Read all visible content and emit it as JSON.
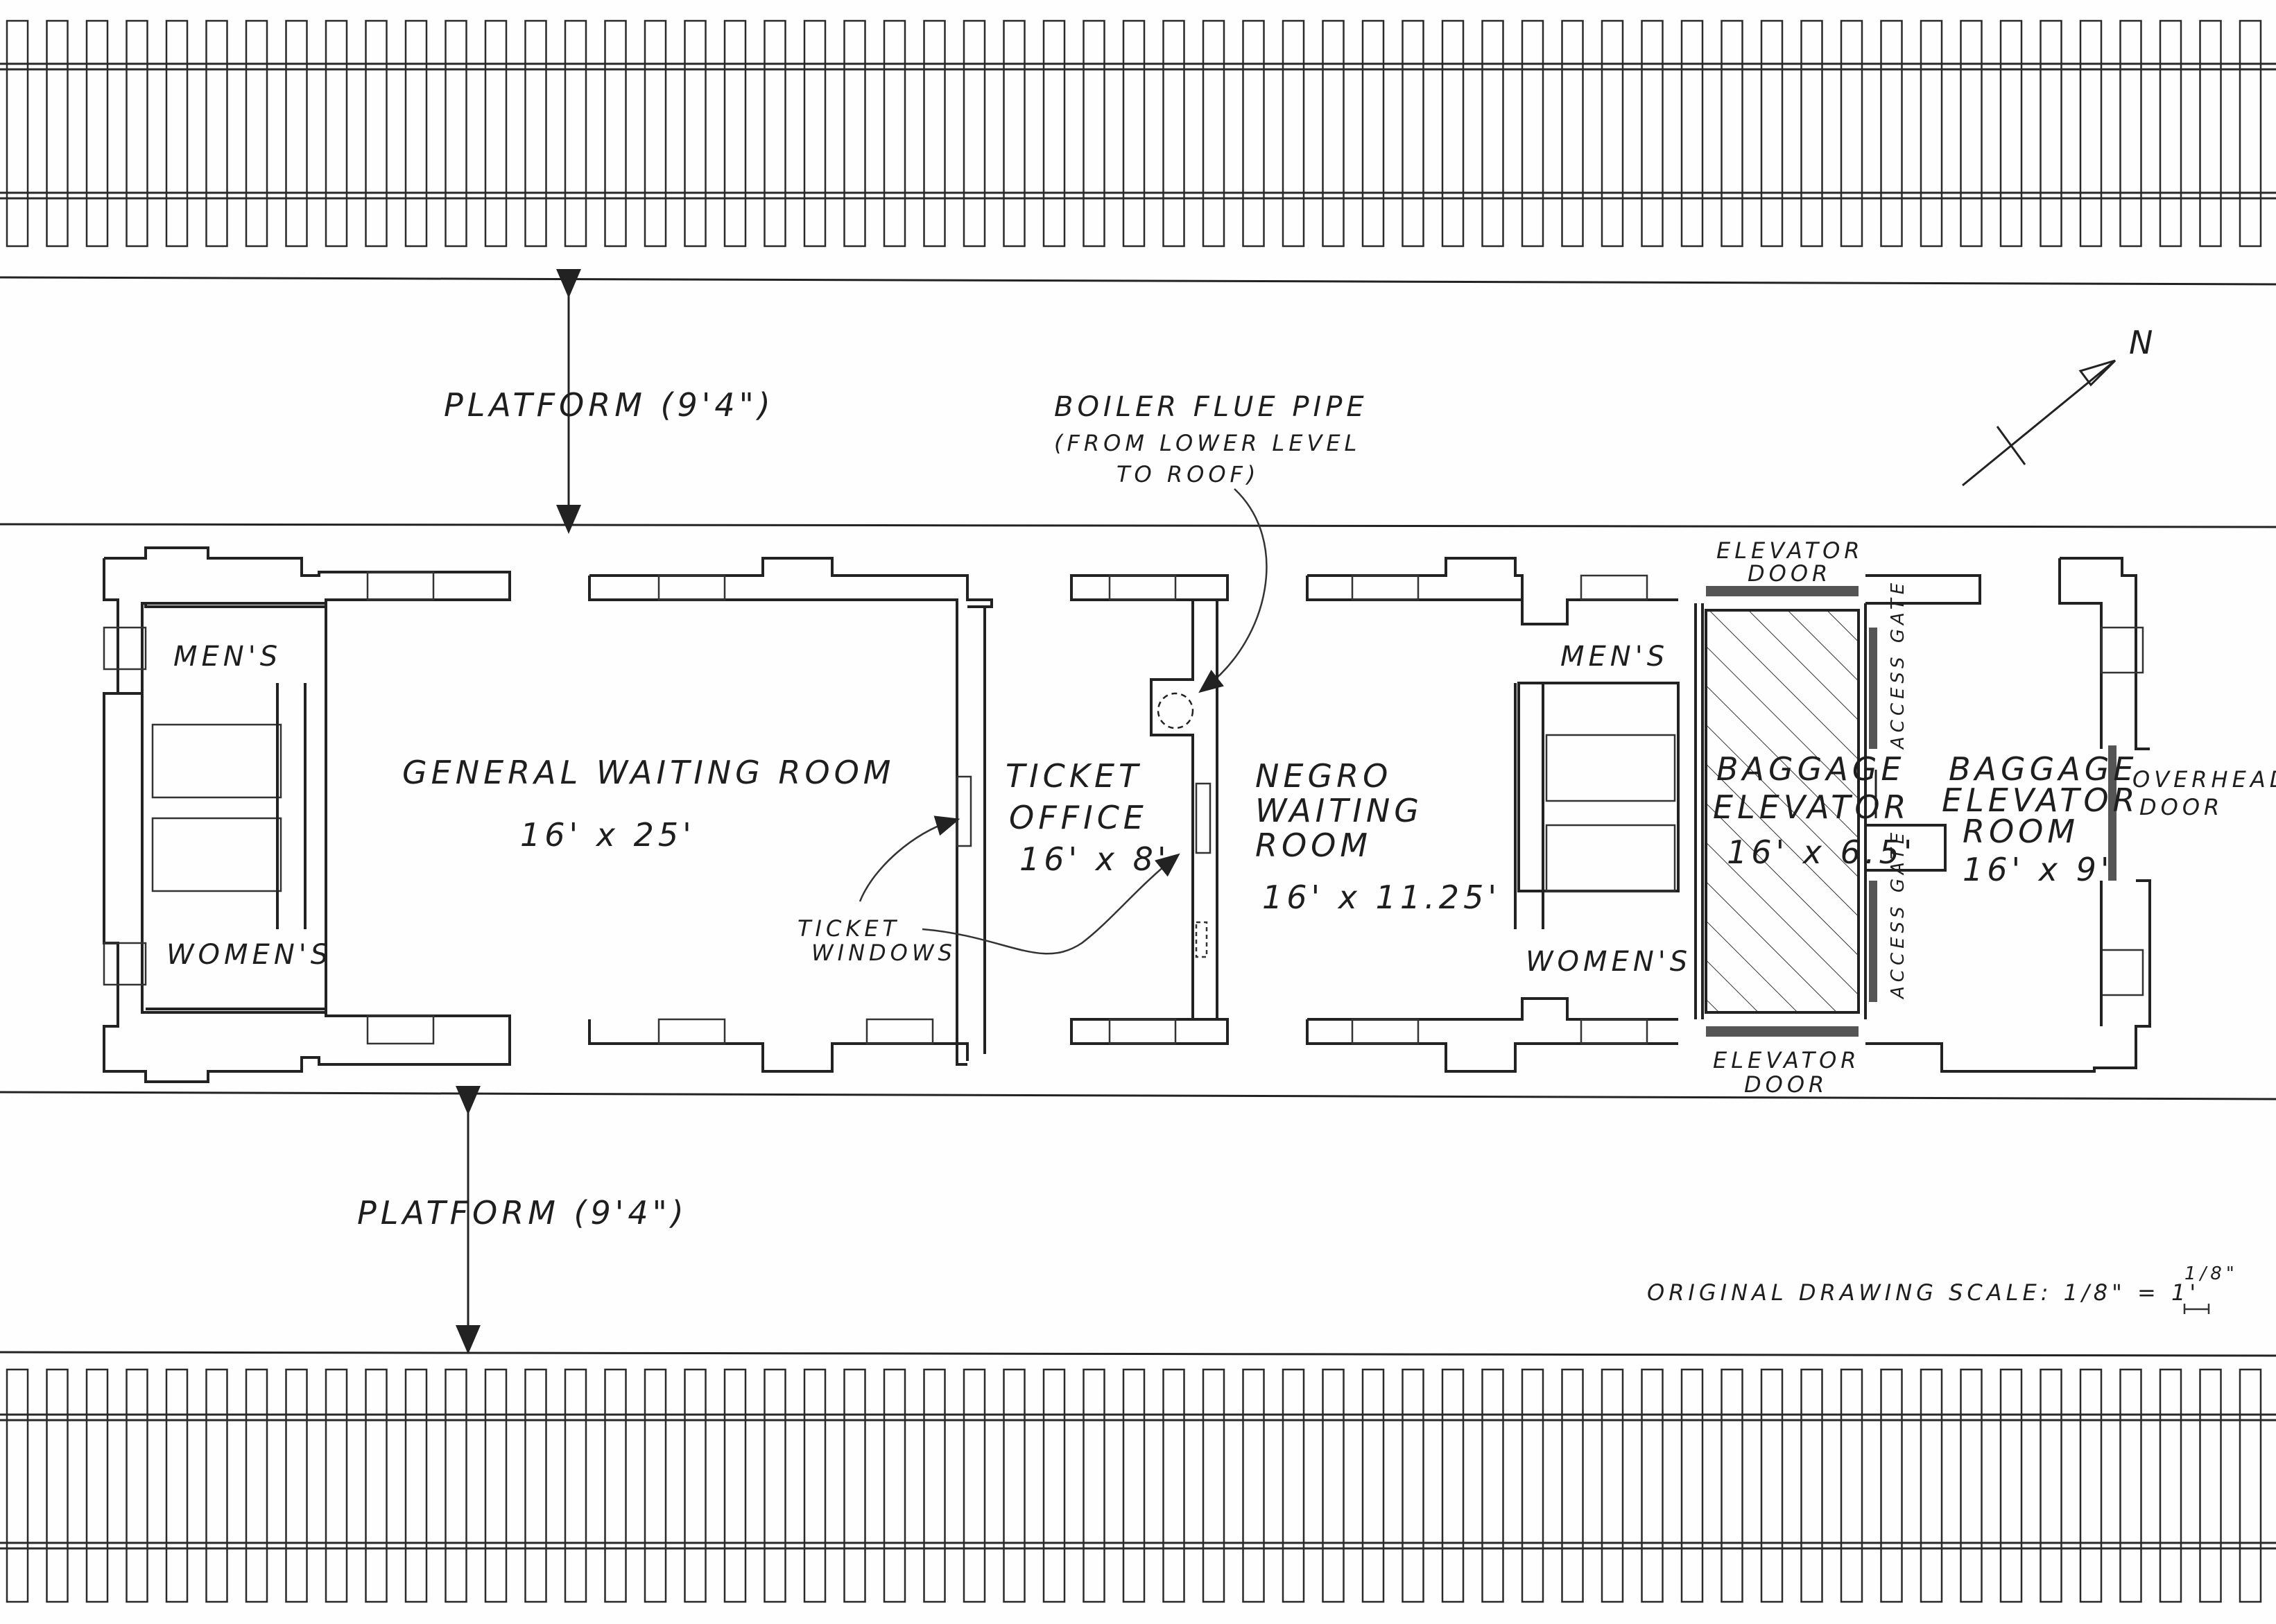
{
  "labels": {
    "platform_top": "PLATFORM (9'4\")",
    "platform_bottom": "PLATFORM (9'4\")",
    "boiler_1": "BOILER FLUE PIPE",
    "boiler_2": "(FROM LOWER LEVEL",
    "boiler_3": "TO ROOF)",
    "north": "N",
    "mens_left": "MEN'S",
    "womens_left": "WOMEN'S",
    "general_title": "GENERAL WAITING ROOM",
    "general_dim": "16' x 25'",
    "ticket_1": "TICKET",
    "ticket_2": "OFFICE",
    "ticket_dim": "16' x 8'",
    "ticket_windows_1": "TICKET",
    "ticket_windows_2": "WINDOWS",
    "negro_1": "NEGRO",
    "negro_2": "WAITING",
    "negro_3": "ROOM",
    "negro_dim": "16' x 11.25'",
    "mens_right": "MEN'S",
    "womens_right": "WOMEN'S",
    "elevator_door_top_1": "ELEVATOR",
    "elevator_door_top_2": "DOOR",
    "elevator_door_bottom_1": "ELEVATOR",
    "elevator_door_bottom_2": "DOOR",
    "access_gate_top": "ACCESS GATE",
    "access_gate_bottom": "ACCESS GATE",
    "baggage_elev_1": "BAGGAGE",
    "baggage_elev_2": "ELEVATOR",
    "baggage_elev_dim": "16' x 6.5'",
    "baggage_room_1": "BAGGAGE",
    "baggage_room_2": "ELEVATOR",
    "baggage_room_3": "ROOM",
    "baggage_room_dim": "16' x 9'",
    "overhead_1": "OVERHEAD",
    "overhead_2": "DOOR",
    "scale_text": "ORIGINAL DRAWING SCALE: 1/8\" = 1'",
    "scale_bar": "1/8\""
  }
}
